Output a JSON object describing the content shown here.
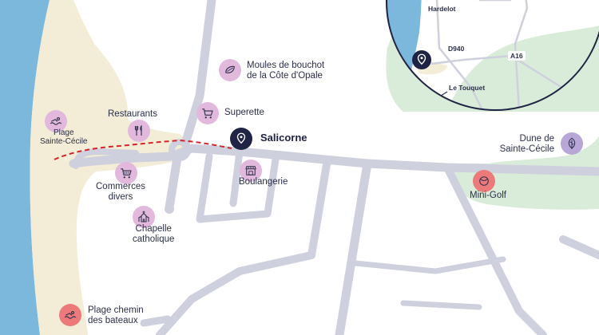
{
  "colors": {
    "sea": "#7cb8dc",
    "beach": "#f3ecd6",
    "green": "#d9ecd9",
    "road": "#cfd0de",
    "poi_pink": "#e2b8dc",
    "poi_red": "#ec7a7a",
    "poi_purple": "#b7a6d6",
    "navy": "#1f2444",
    "path": "#d3252a"
  },
  "labels": {
    "plage_sainte_cecile": [
      "Plage",
      "Sainte-Cécile"
    ],
    "restaurants": "Restaurants",
    "moules": [
      "Moules de bouchot",
      "de la Côte d'Opale"
    ],
    "superette": "Superette",
    "salicorne": "Salicorne",
    "commerces": [
      "Commerces",
      "divers"
    ],
    "boulangerie": "Boulangerie",
    "chapelle": [
      "Chapelle",
      "catholique"
    ],
    "plage_chemin": [
      "Plage chemin",
      "des bateaux"
    ],
    "dune": [
      "Dune de",
      "Sainte-Cécile"
    ],
    "minigolf": "Mini-Golf"
  },
  "inset": {
    "hardelot": "Hardelot",
    "le_touquet": "Le Touquet",
    "road_d940": "D940",
    "road_a16": "A16"
  },
  "icons": {
    "plage_sainte_cecile": "swimmer-icon",
    "restaurants": "cutlery-icon",
    "moules": "mussel-icon",
    "superette": "shopping-cart-icon",
    "salicorne": "location-pin-icon",
    "commerces": "shopping-basket-icon",
    "boulangerie": "storefront-icon",
    "chapelle": "church-icon",
    "plage_chemin": "swimmer-icon",
    "dune": "leaf-icon",
    "minigolf": "golf-ball-icon"
  }
}
